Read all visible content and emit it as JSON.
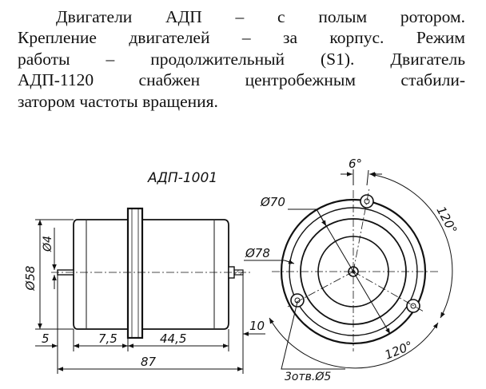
{
  "text": {
    "lines": [
      "Двигатели АДП – с полым ротором.",
      "Крепление двигателей – за корпус. Режим",
      "работы – продолжительный (S1). Двигатель",
      "АДП-1120 снабжен центробежным стабили-",
      "затором частоты вращения."
    ]
  },
  "drawing": {
    "model_title": "АДП-1001",
    "side_view": {
      "dims": {
        "diameter": "Ø58",
        "shaft_diameter": "Ø4",
        "shaft_length": "5",
        "flange_offset": "7,5",
        "body_length": "44,5",
        "rear_shaft": "10",
        "total_length": "87"
      }
    },
    "front_view": {
      "dims": {
        "inner_diameter": "Ø70",
        "outer_diameter": "Ø78",
        "hole_angle_top": "6°",
        "angle_right": "120°",
        "angle_bottom": "120°",
        "holes_note": "3отв.Ø5"
      }
    }
  }
}
